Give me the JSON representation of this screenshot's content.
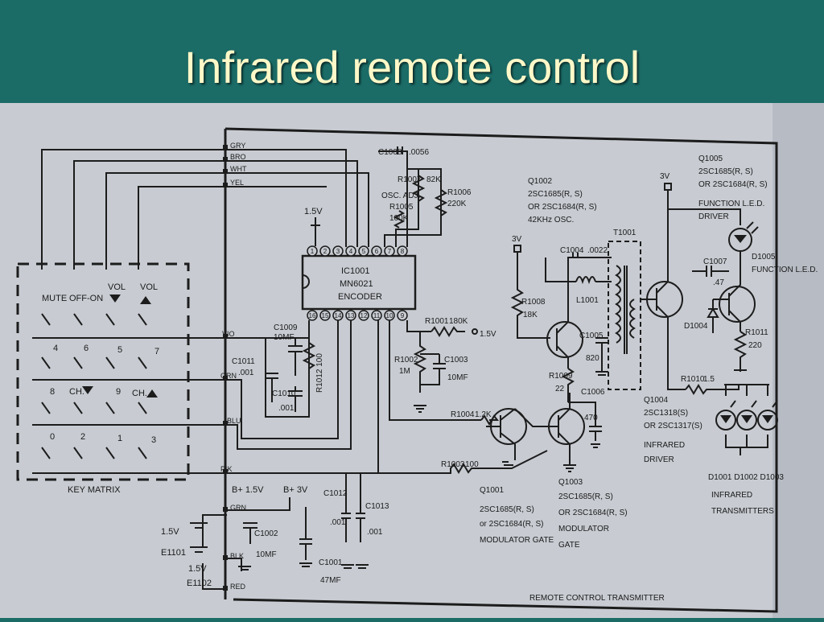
{
  "slide": {
    "title": "Infrared remote control"
  },
  "diagram": {
    "footer_label": "REMOTE CONTROL TRANSMITTER",
    "key_matrix": {
      "label": "KEY MATRIX",
      "keys": [
        "MUTE",
        "OFF-ON",
        "VOL",
        "VOL",
        "4",
        "6",
        "5",
        "7",
        "8",
        "CH.",
        "9",
        "CH.",
        "0",
        "2",
        "1",
        "3"
      ]
    },
    "wire_labels": [
      "GRY",
      "BRO",
      "WHT",
      "YEL",
      "VIO",
      "GRN",
      "BLU",
      "PIK",
      "GRN",
      "BLK",
      "RED"
    ],
    "ic": {
      "ref": "IC1001",
      "part": "MN6021",
      "function": "ENCODER",
      "pins_top": [
        "1",
        "2",
        "3",
        "4",
        "5",
        "6",
        "7",
        "8"
      ],
      "pins_bottom": [
        "16",
        "15",
        "14",
        "13",
        "12",
        "11",
        "10",
        "9"
      ]
    },
    "supply_labels": {
      "v15_top": "1.5V",
      "b_plus_15": "B+ 1.5V",
      "b_plus_3": "B+ 3V",
      "v3_q1002": "3V",
      "v3_q1004": "3V",
      "v15_r1001": "1.5V"
    },
    "batteries": [
      {
        "ref": "E1101",
        "value": "1.5V"
      },
      {
        "ref": "E1102",
        "value": "1.5V"
      }
    ],
    "components": {
      "c1008": "C1008",
      "c1008_val": ".0056",
      "r1007": "R1007",
      "r1007_val": "82K",
      "osc_adj": "OSC. ADJ.",
      "r1005": "R1005",
      "r1005_val": "100K",
      "r1006": "R1006",
      "r1006_val": "220K",
      "c1009": "C1009",
      "c1009_val": "10MF",
      "r1012": "R1012 100",
      "c1011": "C1011",
      "c1011_val": ".001",
      "c1010": "C1010",
      "c1010_val": ".001",
      "r1001": "R1001",
      "r1001_val": "180K",
      "r1002": "R1002",
      "r1002_val": "1M",
      "c1003": "C1003",
      "c1003_val": "10MF",
      "r1004": "R1004",
      "r1004_val": "1.2K",
      "r1003": "R1003",
      "r1003_val": "100",
      "c1012": "C1012",
      "c1012_val": ".001",
      "c1013": "C1013",
      "c1013_val": ".001",
      "c1002": "C1002",
      "c1002_val": "10MF",
      "c1001": "C1001",
      "c1001_val": "47MF",
      "c1004": "C1004",
      "c1004_val": ".0022",
      "l1001": "L1001",
      "r1008": "R1008",
      "r1008_val": "18K",
      "c1005": "C1005",
      "c1005_val": "820",
      "r1009": "R1009",
      "r1009_val": "22",
      "c1006": "C1006",
      "c1006_val": "470",
      "t1001": "T1001",
      "c1007": "C1007",
      "c1007_val": ".47",
      "d1004": "D1004",
      "r1011": "R1011",
      "r1011_val": "220",
      "r1010": "R1010",
      "r1010_val": "1.5",
      "d1005": "D1005",
      "d1005_desc": "FUNCTION L.E.D."
    },
    "transistors": {
      "q1002": [
        "Q1002",
        "2SC1685(R, S)",
        "OR 2SC1684(R, S)",
        "42KHz OSC."
      ],
      "q1005": [
        "Q1005",
        "2SC1685(R, S)",
        "OR 2SC1684(R, S)",
        "FUNCTION L.E.D.",
        "DRIVER"
      ],
      "q1004": [
        "Q1004",
        "2SC1318(S)",
        "OR 2SC1317(S)",
        "INFRARED",
        "DRIVER"
      ],
      "q1001": [
        "Q1001",
        "2SC1685(R, S)",
        "or 2SC1684(R, S)",
        "MODULATOR GATE"
      ],
      "q1003": [
        "Q1003",
        "2SC1685(R, S)",
        "OR 2SC1684(R, S)",
        "MODULATOR",
        "GATE"
      ]
    },
    "ir_diodes": {
      "refs": "D1001 D1002 D1003",
      "desc1": "INFRARED",
      "desc2": "TRANSMITTERS"
    }
  }
}
